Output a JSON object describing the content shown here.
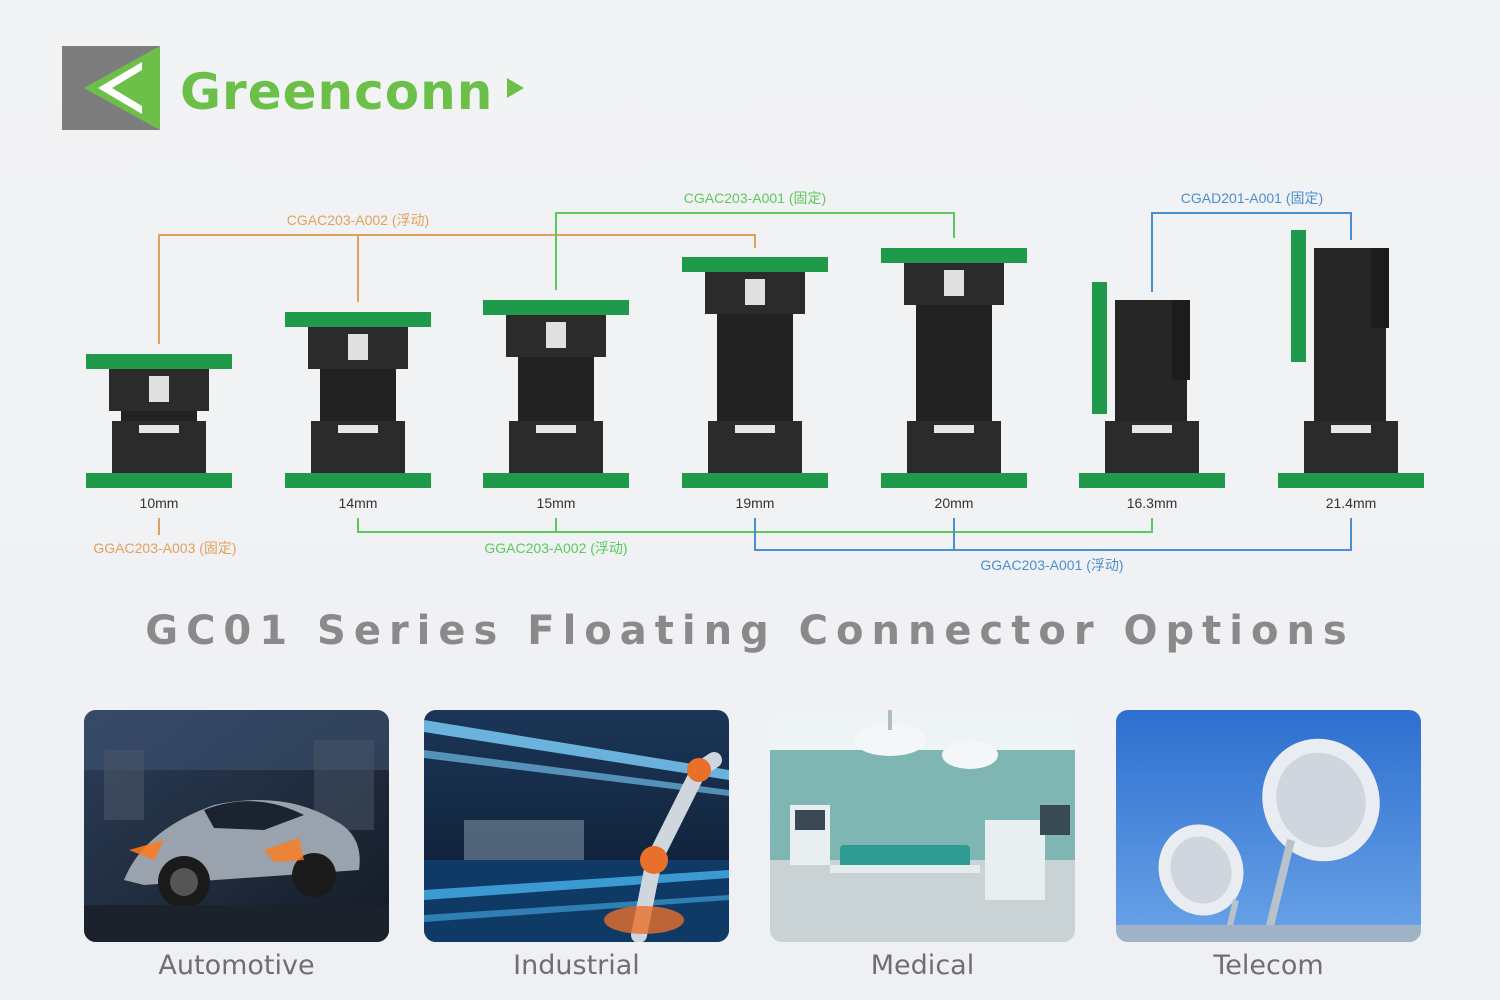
{
  "brand": {
    "name": "Greenconn",
    "accent": "#6cc04a",
    "logo_grey": "#7d7d7d"
  },
  "diagram": {
    "pcb_color": "#1e9a4a",
    "connector_color": "#2b2b2b",
    "connectors": [
      {
        "height_label": "10mm",
        "style": "board-to-board"
      },
      {
        "height_label": "14mm",
        "style": "board-to-board"
      },
      {
        "height_label": "15mm",
        "style": "board-to-board"
      },
      {
        "height_label": "19mm",
        "style": "board-to-board"
      },
      {
        "height_label": "20mm",
        "style": "board-to-board"
      },
      {
        "height_label": "16.3mm",
        "style": "right-angle"
      },
      {
        "height_label": "21.4mm",
        "style": "right-angle"
      }
    ],
    "groups": [
      {
        "label": "CGAC203-A002 (浮动)",
        "color": "#e0a15c",
        "members": [
          "14mm",
          "19mm"
        ],
        "link": "10mm"
      },
      {
        "label": "CGAC203-A001 (固定)",
        "color": "#5cc95c",
        "members": [
          "15mm",
          "20mm"
        ]
      },
      {
        "label": "CGAD201-A001 (固定)",
        "color": "#4a8fd0",
        "members": [
          "16.3mm",
          "21.4mm"
        ]
      },
      {
        "label": "GGAC203-A003 (固定)",
        "color": "#e0a15c",
        "members": [
          "10mm"
        ]
      },
      {
        "label": "GGAC203-A002 (浮动)",
        "color": "#5cc95c",
        "members": [
          "14mm",
          "15mm",
          "16.3mm"
        ]
      },
      {
        "label": "GGAC203-A001 (浮动)",
        "color": "#4a8fd0",
        "members": [
          "19mm",
          "20mm",
          "21.4mm"
        ]
      }
    ]
  },
  "headline": "GC01 Series Floating Connector Options",
  "applications": [
    {
      "label": "Automotive",
      "icon": "car-photo"
    },
    {
      "label": "Industrial",
      "icon": "robot-arm-photo"
    },
    {
      "label": "Medical",
      "icon": "operating-room-photo"
    },
    {
      "label": "Telecom",
      "icon": "satellite-dish-photo"
    }
  ]
}
